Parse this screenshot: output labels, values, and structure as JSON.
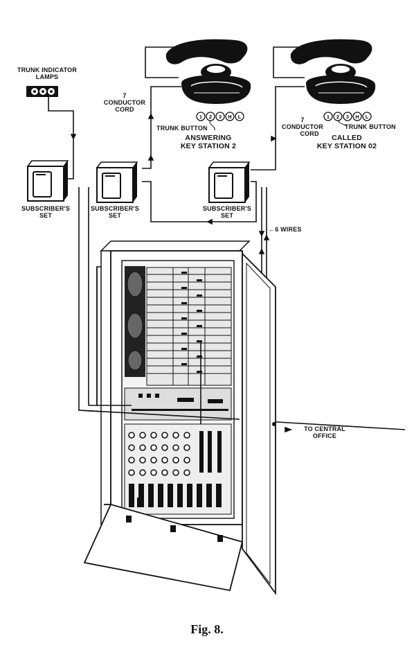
{
  "figure": {
    "caption": "Fig. 8.",
    "trunk_indicator_lamps": {
      "line1": "TRUNK INDICATOR",
      "line2": "LAMPS"
    },
    "conductor_cord_left": {
      "line1": "7",
      "line2": "CONDUCTOR",
      "line3": "CORD"
    },
    "conductor_cord_right": {
      "line1": "7",
      "line2": "CONDUCTOR",
      "line3": "CORD"
    },
    "trunk_button_left": "TRUNK BUTTON",
    "trunk_button_right": "TRUNK BUTTON",
    "answering_station": {
      "line1": "ANSWERING",
      "line2": "KEY STATION 2"
    },
    "called_station": {
      "line1": "CALLED",
      "line2": "KEY STATION 02"
    },
    "subscriber_sets": [
      {
        "line1": "SUBSCRIBER'S",
        "line2": "SET"
      },
      {
        "line1": "SUBSCRIBER'S",
        "line2": "SET"
      },
      {
        "line1": "SUBSCRIBER'S",
        "line2": "SET"
      }
    ],
    "six_wires": "6 WIRES",
    "to_central_office": {
      "line1": "TO CENTRAL",
      "line2": "OFFICE"
    },
    "key_buttons_left": [
      "1",
      "2",
      "3",
      "H",
      "L"
    ],
    "key_buttons_right": [
      "1",
      "2",
      "3",
      "H",
      "L"
    ]
  }
}
